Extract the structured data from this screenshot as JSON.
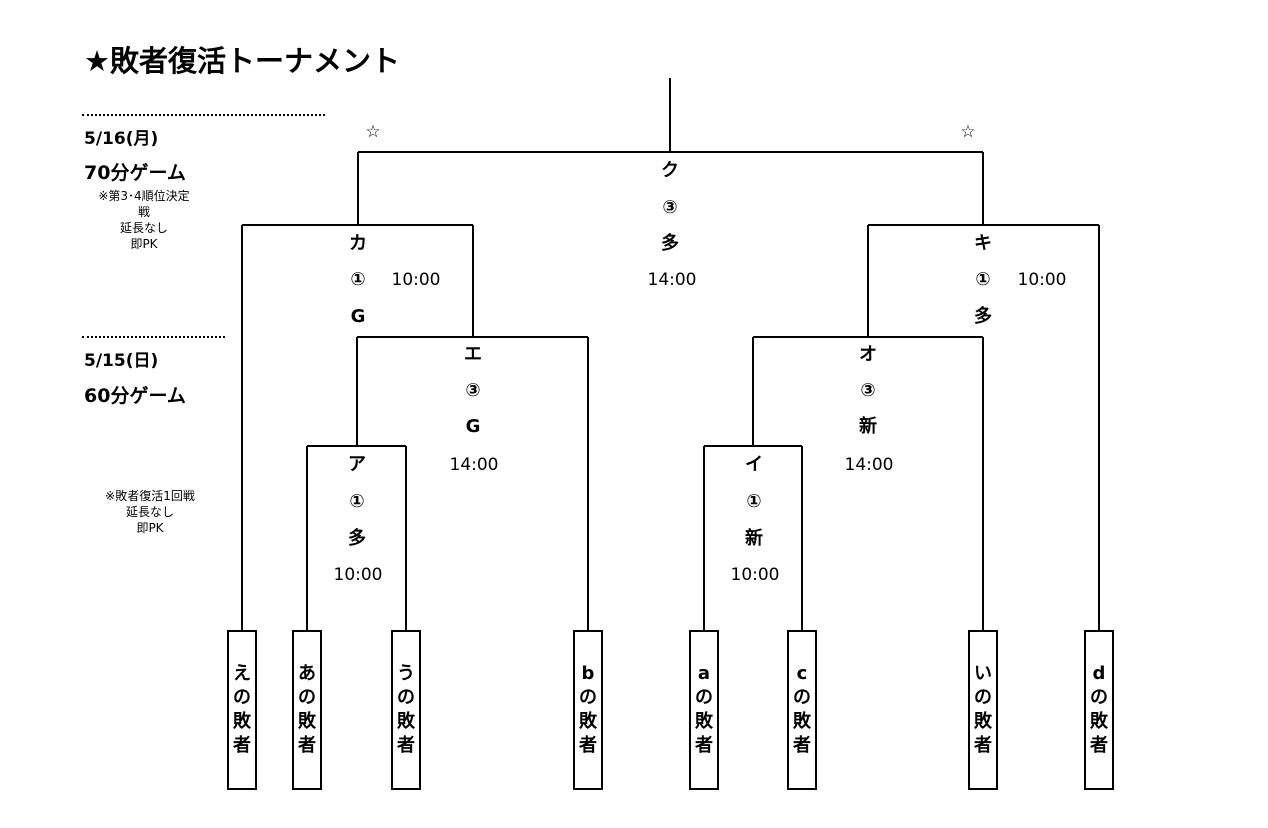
{
  "title": "★敗者復活トーナメント",
  "round2": {
    "date": "5/16(月)",
    "game_length": "70分ゲーム",
    "note": [
      "※第3･4順位決定",
      "戦",
      "延長なし",
      "即PK"
    ]
  },
  "round1": {
    "date": "5/15(日)",
    "game_length": "60分ゲーム",
    "note": [
      "※敗者復活1回戦",
      "延長なし",
      "即PK"
    ]
  },
  "stars": [
    "☆",
    "☆"
  ],
  "matches": {
    "ku": {
      "id": "ク",
      "num": "③",
      "venue": "多",
      "time": "14:00"
    },
    "ka": {
      "id": "カ",
      "num": "①",
      "venue": "G",
      "time": "10:00"
    },
    "ki": {
      "id": "キ",
      "num": "①",
      "venue": "多",
      "time": "10:00"
    },
    "e": {
      "id": "エ",
      "num": "③",
      "venue": "G",
      "time": "14:00"
    },
    "o": {
      "id": "オ",
      "num": "③",
      "venue": "新",
      "time": "14:00"
    },
    "a": {
      "id": "ア",
      "num": "①",
      "venue": "多",
      "time": "10:00"
    },
    "i": {
      "id": "イ",
      "num": "①",
      "venue": "新",
      "time": "10:00"
    }
  },
  "teams": [
    {
      "prefix": "え",
      "suffix": [
        "の",
        "敗",
        "者"
      ]
    },
    {
      "prefix": "あ",
      "suffix": [
        "の",
        "敗",
        "者"
      ]
    },
    {
      "prefix": "う",
      "suffix": [
        "の",
        "敗",
        "者"
      ]
    },
    {
      "prefix": "b",
      "suffix": [
        "の",
        "敗",
        "者"
      ]
    },
    {
      "prefix": "a",
      "suffix": [
        "の",
        "敗",
        "者"
      ]
    },
    {
      "prefix": "c",
      "suffix": [
        "の",
        "敗",
        "者"
      ]
    },
    {
      "prefix": "い",
      "suffix": [
        "の",
        "敗",
        "者"
      ]
    },
    {
      "prefix": "d",
      "suffix": [
        "の",
        "敗",
        "者"
      ]
    }
  ]
}
